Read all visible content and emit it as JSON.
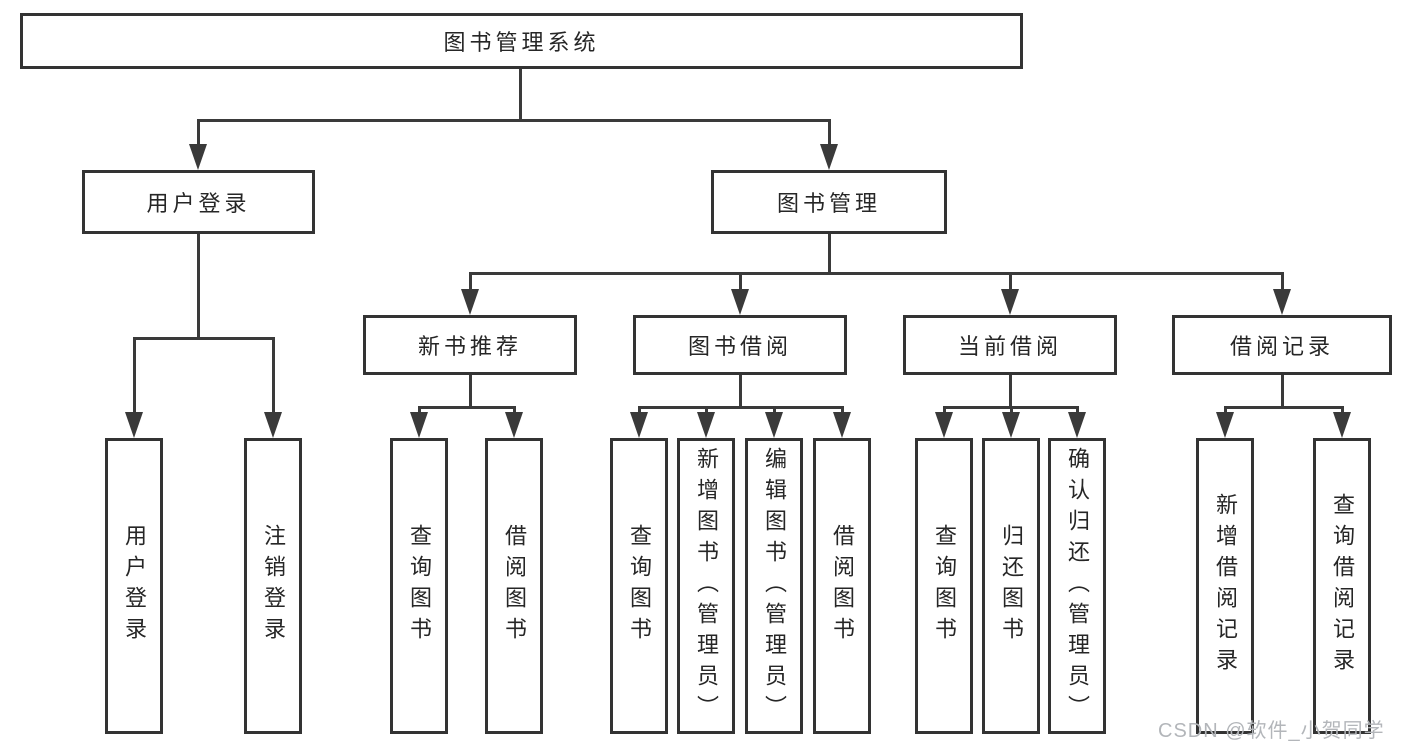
{
  "diagram_type": "hierarchy-tree",
  "tree": {
    "label": "图书管理系统",
    "children": [
      {
        "label": "用户登录",
        "children": [
          {
            "label": "用户登录"
          },
          {
            "label": "注销登录"
          }
        ]
      },
      {
        "label": "图书管理",
        "children": [
          {
            "label": "新书推荐",
            "children": [
              {
                "label": "查询图书"
              },
              {
                "label": "借阅图书"
              }
            ]
          },
          {
            "label": "图书借阅",
            "children": [
              {
                "label": "查询图书"
              },
              {
                "label": "新增图书（管理员）"
              },
              {
                "label": "编辑图书（管理员）"
              },
              {
                "label": "借阅图书"
              }
            ]
          },
          {
            "label": "当前借阅",
            "children": [
              {
                "label": "查询图书"
              },
              {
                "label": "归还图书"
              },
              {
                "label": "确认归还（管理员）"
              }
            ]
          },
          {
            "label": "借阅记录",
            "children": [
              {
                "label": "新增借阅记录"
              },
              {
                "label": "查询借阅记录"
              }
            ]
          }
        ]
      }
    ]
  },
  "watermark": "CSDN @软件_小贺同学",
  "colors": {
    "line": "#3a3a3a",
    "box_border": "#333333",
    "text": "#262626",
    "watermark": "#b3b6ba",
    "background": "#ffffff"
  }
}
